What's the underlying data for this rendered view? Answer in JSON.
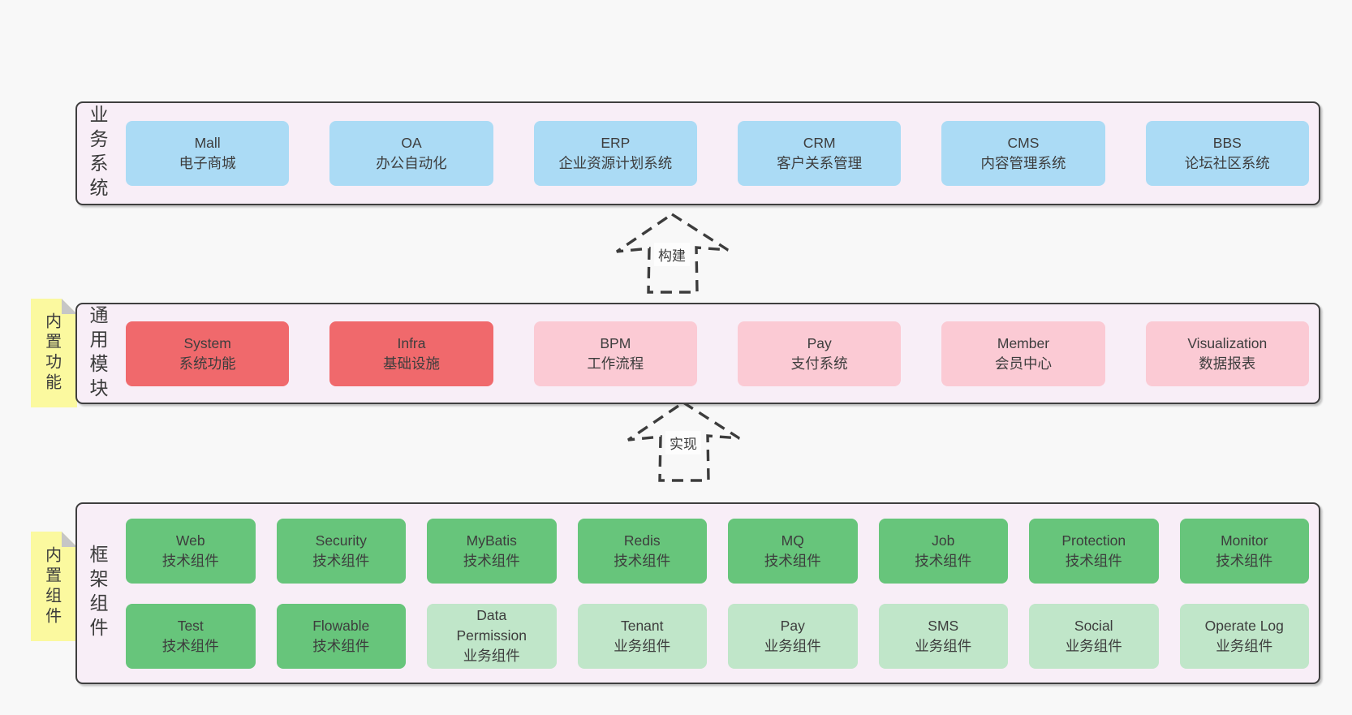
{
  "diagram": {
    "colors": {
      "page_bg": "#f8f8f8",
      "band_bg": "#f8eef7",
      "band_border": "#3f3f3f",
      "blue": "#abdbf5",
      "red": "#f0696c",
      "pink": "#fbcad4",
      "green": "#67c57b",
      "light_green": "#c0e6c9",
      "sticky_yellow": "#fbf99f",
      "text": "#3c3c3c"
    }
  },
  "arrows": [
    {
      "label": "构建"
    },
    {
      "label": "实现"
    }
  ],
  "bands": [
    {
      "label": "业务系统",
      "boxes": [
        {
          "name": "Mall",
          "sub": "电子商城",
          "variant": "blue"
        },
        {
          "name": "OA",
          "sub": "办公自动化",
          "variant": "blue"
        },
        {
          "name": "ERP",
          "sub": "企业资源计划系统",
          "variant": "blue"
        },
        {
          "name": "CRM",
          "sub": "客户关系管理",
          "variant": "blue"
        },
        {
          "name": "CMS",
          "sub": "内容管理系统",
          "variant": "blue"
        },
        {
          "name": "BBS",
          "sub": "论坛社区系统",
          "variant": "blue"
        }
      ]
    },
    {
      "label": "通用模块",
      "note": "内置功能",
      "boxes": [
        {
          "name": "System",
          "sub": "系统功能",
          "variant": "red"
        },
        {
          "name": "Infra",
          "sub": "基础设施",
          "variant": "red"
        },
        {
          "name": "BPM",
          "sub": "工作流程",
          "variant": "pink"
        },
        {
          "name": "Pay",
          "sub": "支付系统",
          "variant": "pink"
        },
        {
          "name": "Member",
          "sub": "会员中心",
          "variant": "pink"
        },
        {
          "name": "Visualization",
          "sub": "数据报表",
          "variant": "pink"
        }
      ]
    },
    {
      "label": "框架组件",
      "note": "内置组件",
      "rows": [
        [
          {
            "name": "Web",
            "sub": "技术组件",
            "variant": "green"
          },
          {
            "name": "Security",
            "sub": "技术组件",
            "variant": "green"
          },
          {
            "name": "MyBatis",
            "sub": "技术组件",
            "variant": "green"
          },
          {
            "name": "Redis",
            "sub": "技术组件",
            "variant": "green"
          },
          {
            "name": "MQ",
            "sub": "技术组件",
            "variant": "green"
          },
          {
            "name": "Job",
            "sub": "技术组件",
            "variant": "green"
          },
          {
            "name": "Protection",
            "sub": "技术组件",
            "variant": "green"
          },
          {
            "name": "Monitor",
            "sub": "技术组件",
            "variant": "green"
          }
        ],
        [
          {
            "name": "Test",
            "sub": "技术组件",
            "variant": "green"
          },
          {
            "name": "Flowable",
            "sub": "技术组件",
            "variant": "green"
          },
          {
            "name": "Data Permission",
            "sub": "业务组件",
            "variant": "lightgreen"
          },
          {
            "name": "Tenant",
            "sub": "业务组件",
            "variant": "lightgreen"
          },
          {
            "name": "Pay",
            "sub": "业务组件",
            "variant": "lightgreen"
          },
          {
            "name": "SMS",
            "sub": "业务组件",
            "variant": "lightgreen"
          },
          {
            "name": "Social",
            "sub": "业务组件",
            "variant": "lightgreen"
          },
          {
            "name": "Operate Log",
            "sub": "业务组件",
            "variant": "lightgreen"
          }
        ]
      ]
    }
  ]
}
